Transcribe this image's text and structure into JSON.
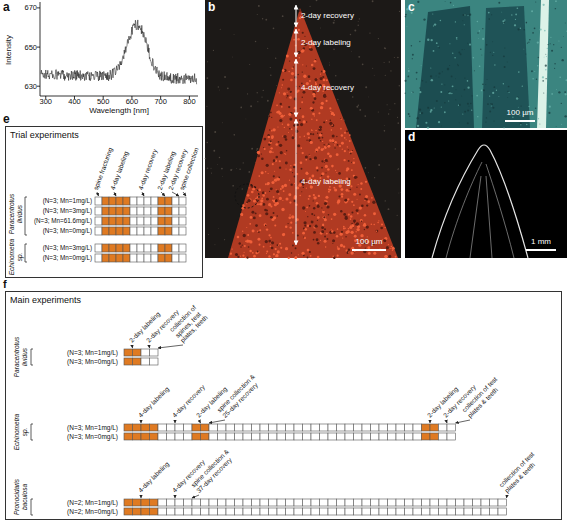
{
  "diagram": {
    "nodes": [
      {
        "text": [
          "Trial experiments"
        ]
      },
      {
        "text": [
          "Main experiments"
        ]
      }
    ],
    "labels": [
      "a",
      "670",
      "650",
      "630",
      "Intensity",
      "300",
      "400",
      "500",
      "600",
      "700",
      "800",
      "Wavelength [nm]",
      "b",
      "2-day recovery",
      "2-day labeling",
      "4-day recovery",
      "4-day labeling",
      "100 µm",
      "c",
      "100 µm",
      "d",
      "1 mm",
      "e",
      "spine fracturing",
      "4-day labeling",
      "4-day recovery",
      "2-day labeling",
      "2-day recovery",
      "spine collection",
      "Paracentrotus lividus",
      "(N=3; Mn=1mg/L)",
      "(N=3; Mn=3mg/L)",
      "(N=3; Mn=61.6mg/L)",
      "(N=3; Mn=0mg/L)",
      "Echinometra sp.",
      "(N=3; Mn=3mg/L)",
      "(N=3; Mn=0mg/L)",
      "f",
      "2-day labeling",
      "2-day recovery",
      "collection of spines, test plates, teeth",
      "Paracentrotus lividus",
      "(N=3; Mn=1mg/L)",
      "(N=3; Mn=0mg/L)",
      "4-day labeling",
      "4-day recovery",
      "2-day labeling",
      "spine collection & 25-day recovery",
      "2-day labeling",
      "2-day recovery",
      "collection of test plates & teeth",
      "Echinometra sp.",
      "(N=3; Mn=1mg/L)",
      "(N=3; Mn=0mg/L)",
      "4-day labeling",
      "4-day recovery",
      "spine collection & 37-day recovery",
      "collection of test plates & teeth",
      "Pronocidaris baculosa",
      "(N=2; Mn=1mg/L)",
      "(N=2; Mn=0mg/L)"
    ]
  }
}
